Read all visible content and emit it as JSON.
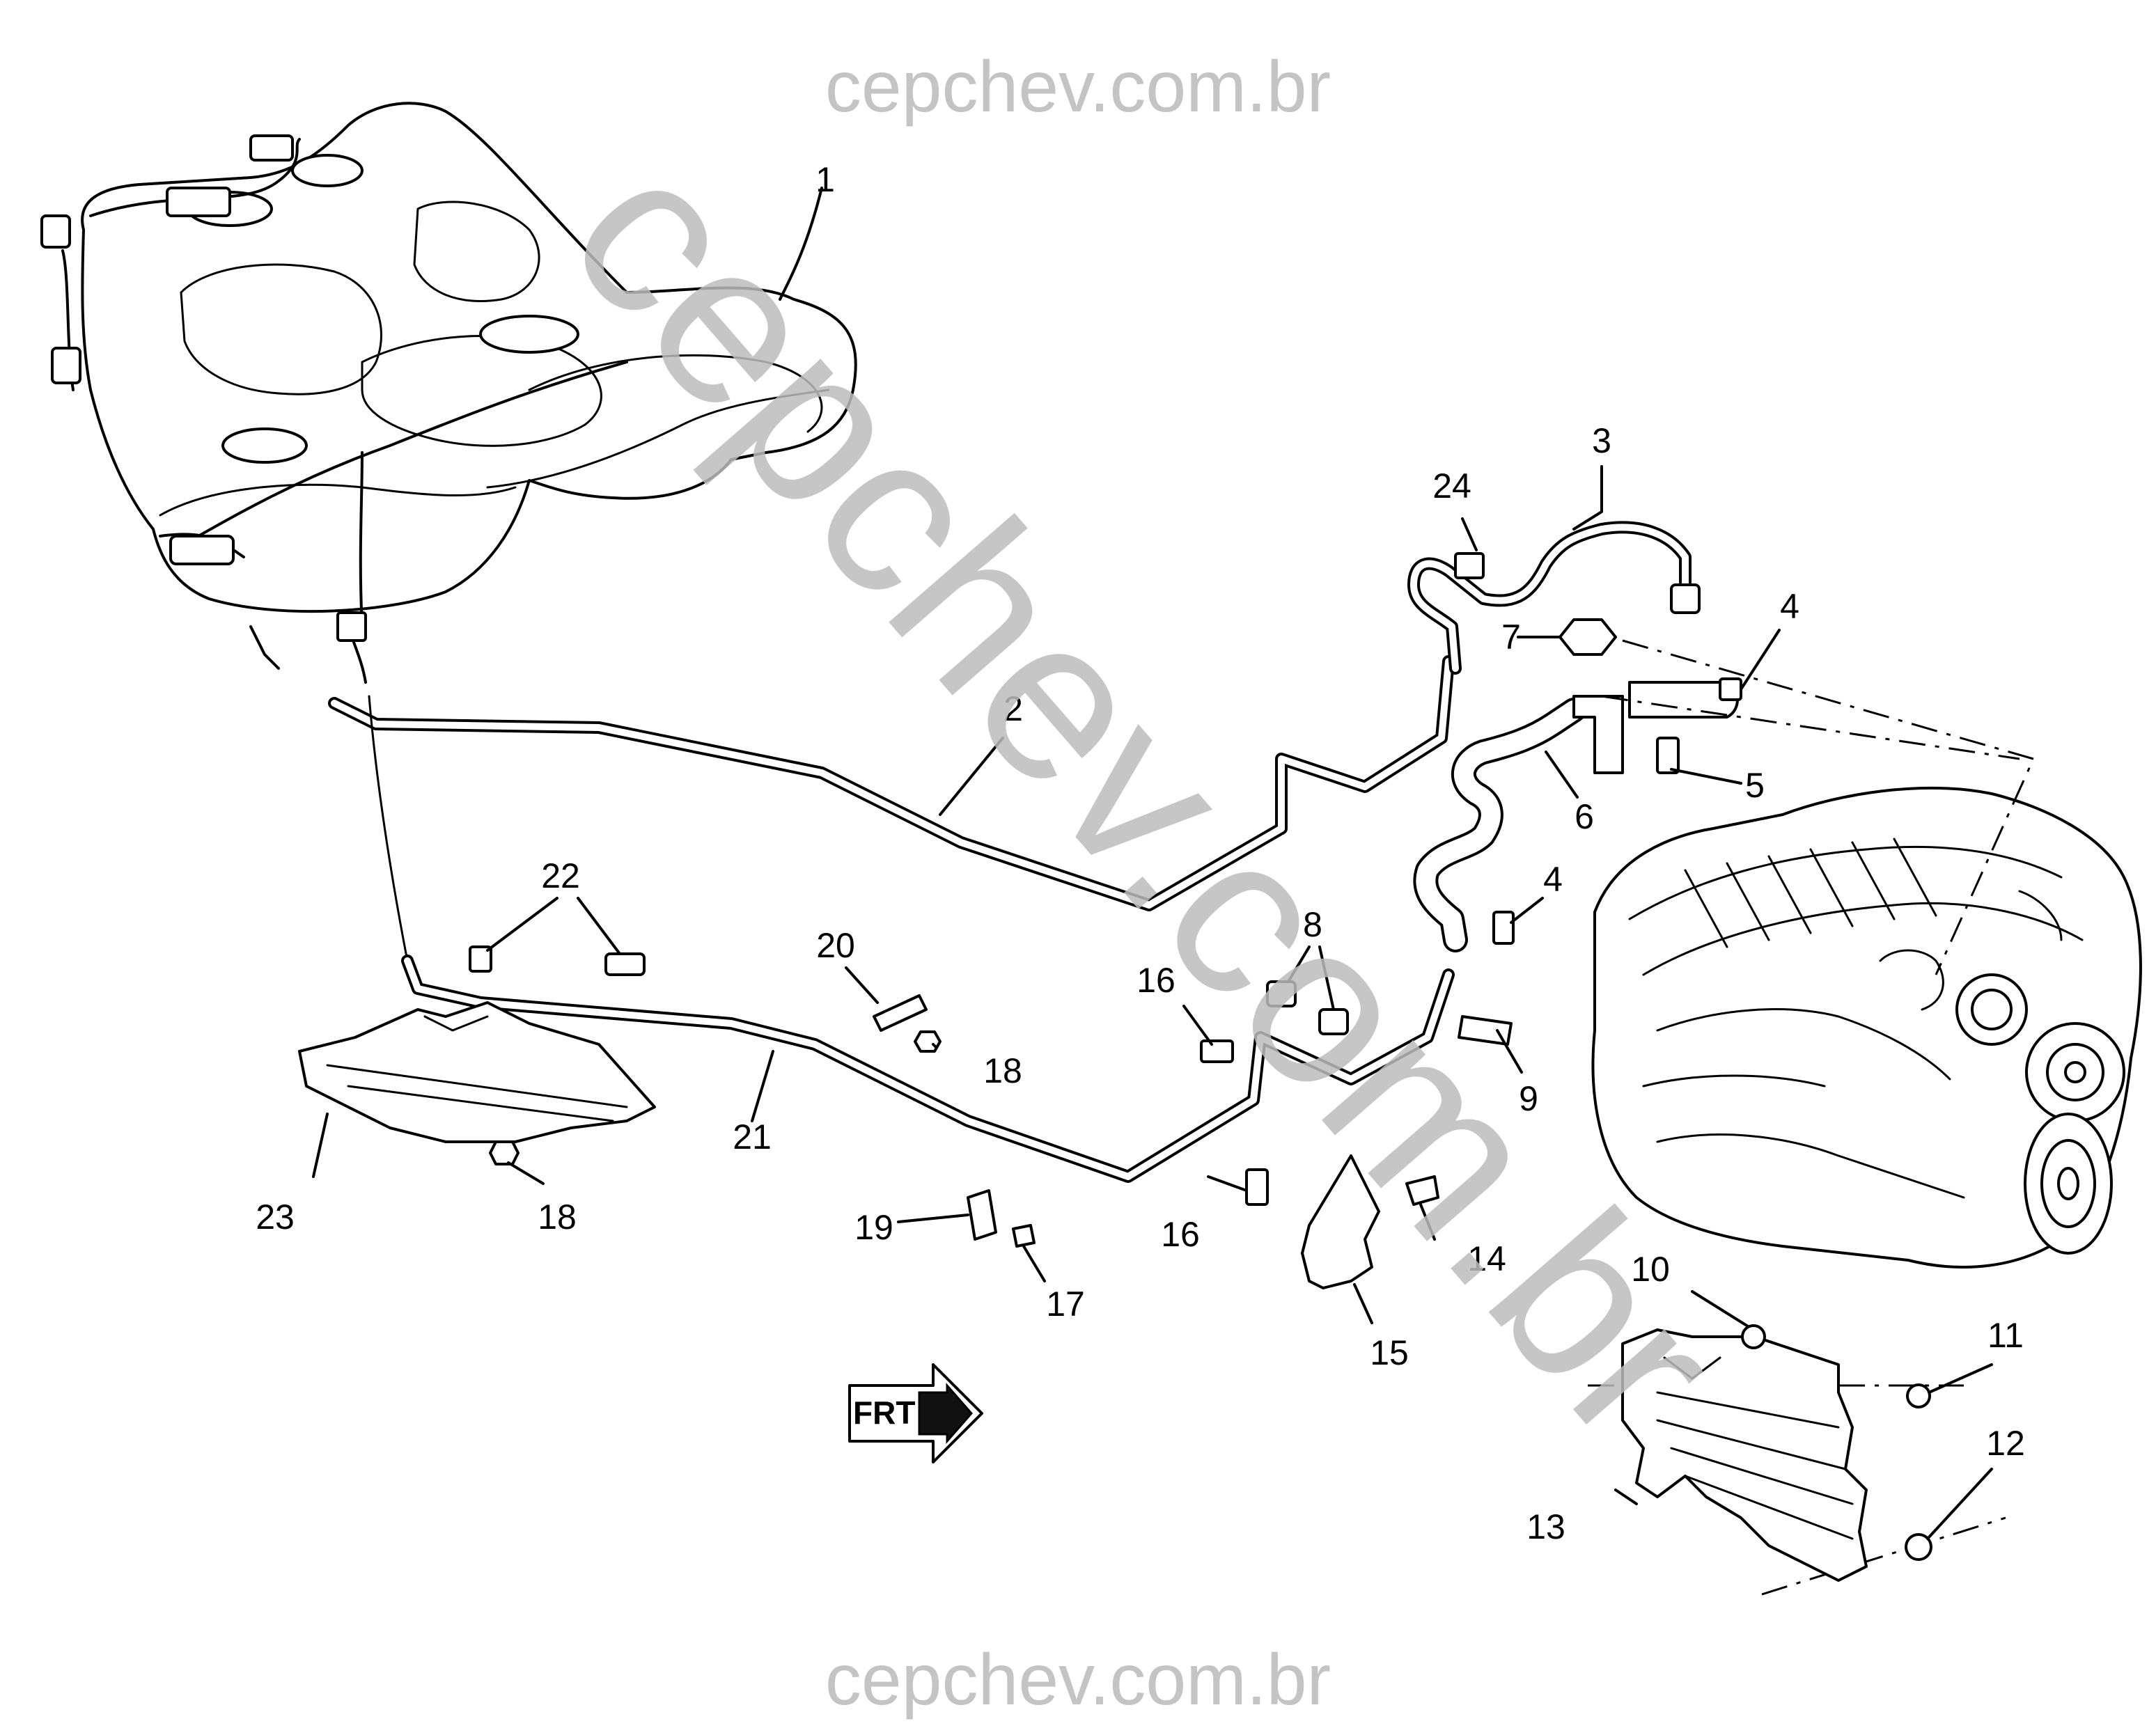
{
  "watermark": {
    "top": "cepchev.com.br",
    "bottom": "cepchev.com.br",
    "diagonal": "cepchev.com.br"
  },
  "front_indicator": "FRT",
  "callouts": {
    "c1": "1",
    "c2": "2",
    "c3": "3",
    "c4a": "4",
    "c4b": "4",
    "c5": "5",
    "c6": "6",
    "c7": "7",
    "c8": "8",
    "c9": "9",
    "c10": "10",
    "c11": "11",
    "c12": "12",
    "c13": "13",
    "c14": "14",
    "c15": "15",
    "c16a": "16",
    "c16b": "16",
    "c17": "17",
    "c18a": "18",
    "c18b": "18",
    "c19": "19",
    "c20": "20",
    "c21": "21",
    "c22": "22",
    "c23": "23",
    "c24": "24"
  }
}
